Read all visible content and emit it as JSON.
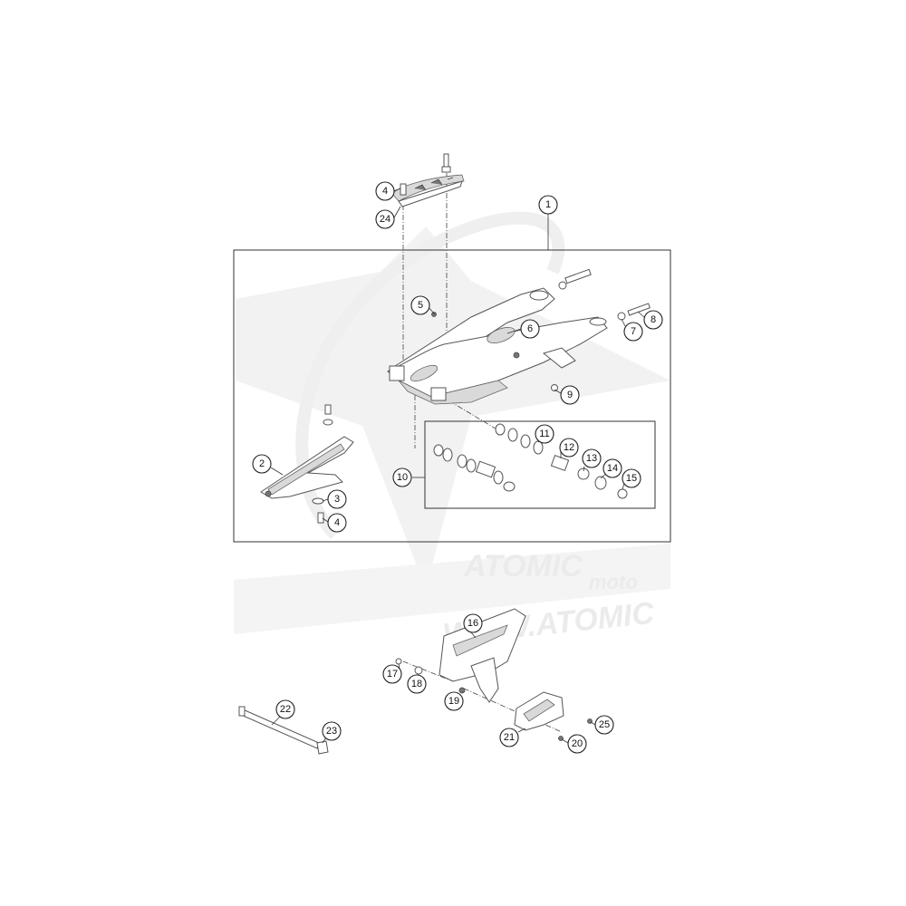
{
  "watermark": {
    "brand": "ATOMIC",
    "sub": "moto",
    "url": "WWW.ATOMIC"
  },
  "callouts": [
    {
      "id": "1",
      "label": "1"
    },
    {
      "id": "2",
      "label": "2"
    },
    {
      "id": "3",
      "label": "3"
    },
    {
      "id": "4a",
      "label": "4"
    },
    {
      "id": "4b",
      "label": "4"
    },
    {
      "id": "5",
      "label": "5"
    },
    {
      "id": "6",
      "label": "6"
    },
    {
      "id": "7",
      "label": "7"
    },
    {
      "id": "8",
      "label": "8"
    },
    {
      "id": "9",
      "label": "9"
    },
    {
      "id": "10",
      "label": "10"
    },
    {
      "id": "11",
      "label": "11"
    },
    {
      "id": "12",
      "label": "12"
    },
    {
      "id": "13",
      "label": "13"
    },
    {
      "id": "14",
      "label": "14"
    },
    {
      "id": "15",
      "label": "15"
    },
    {
      "id": "16",
      "label": "16"
    },
    {
      "id": "17",
      "label": "17"
    },
    {
      "id": "18",
      "label": "18"
    },
    {
      "id": "19",
      "label": "19"
    },
    {
      "id": "20",
      "label": "20"
    },
    {
      "id": "21",
      "label": "21"
    },
    {
      "id": "22",
      "label": "22"
    },
    {
      "id": "23",
      "label": "23"
    },
    {
      "id": "24",
      "label": "24"
    },
    {
      "id": "25",
      "label": "25"
    }
  ]
}
